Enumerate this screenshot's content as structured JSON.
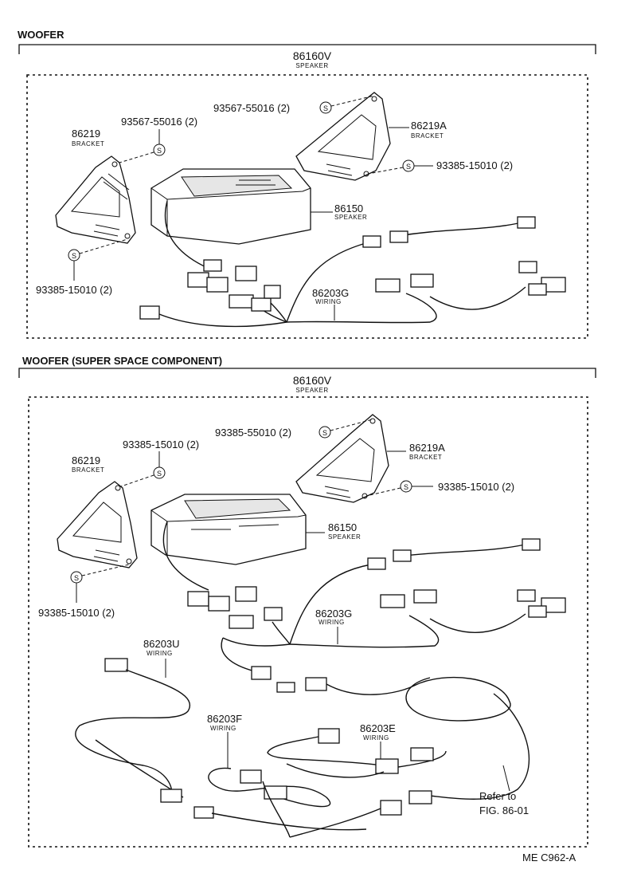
{
  "sections": [
    {
      "heading": "WOOFER",
      "speaker_assy": {
        "number": "86160V",
        "name": "SPEAKER"
      },
      "bracket_left": {
        "number": "86219",
        "name": "BRACKET"
      },
      "bracket_right": {
        "number": "86219A",
        "name": "BRACKET"
      },
      "speaker": {
        "number": "86150",
        "name": "SPEAKER"
      },
      "wiring": {
        "number": "86203G",
        "name": "WIRING"
      },
      "screw_left_top": "93567-55016 (2)",
      "screw_right_top": "93567-55016 (2)",
      "screw_right_bottom": "93385-15010 (2)",
      "screw_left_bottom": "93385-15010 (2)"
    },
    {
      "heading": "WOOFER (SUPER SPACE COMPONENT)",
      "speaker_assy": {
        "number": "86160V",
        "name": "SPEAKER"
      },
      "bracket_left": {
        "number": "86219",
        "name": "BRACKET"
      },
      "bracket_right": {
        "number": "86219A",
        "name": "BRACKET"
      },
      "speaker": {
        "number": "86150",
        "name": "SPEAKER"
      },
      "wiring": {
        "number": "86203G",
        "name": "WIRING"
      },
      "screw_left_top": "93385-15010 (2)",
      "screw_right_top": "93385-55010 (2)",
      "screw_right_bottom": "93385-15010 (2)",
      "screw_left_bottom": "93385-15010 (2)",
      "wiring_u": {
        "number": "86203U",
        "name": "WIRING"
      },
      "wiring_f": {
        "number": "86203F",
        "name": "WIRING"
      },
      "wiring_e": {
        "number": "86203E",
        "name": "WIRING"
      },
      "refer_line1": "Refer to",
      "refer_line2": "FIG. 86-01"
    }
  ],
  "figure_code": "ME C962-A",
  "screw_symbol": "S"
}
